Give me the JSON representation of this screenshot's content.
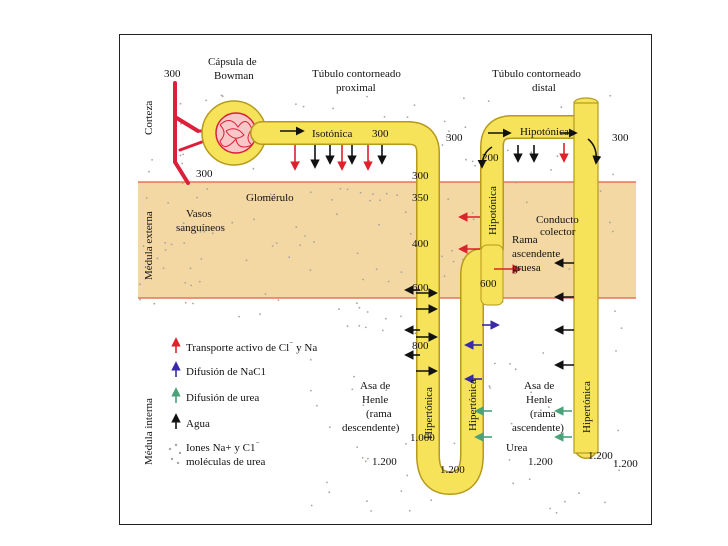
{
  "colors": {
    "tubule": "#f6e35a",
    "tubule_edge": "#b59a1c",
    "medulla_outer": "#f4d8a4",
    "band_line": "#e8745a",
    "blood": "#dc1f3a",
    "active_transport": "#e0202a",
    "nacl_diffusion": "#3a2aa8",
    "urea_diffusion": "#4aa27a",
    "water": "#111111",
    "dots": "#a8a39c"
  },
  "zones": {
    "cortex": "Corteza",
    "outer_medulla": "Médula externa",
    "inner_medulla": "Médula interna"
  },
  "structures": {
    "bowman": [
      "Cápsula de",
      "Bowman"
    ],
    "proximal": [
      "Túbulo contorneado",
      "proximal"
    ],
    "distal": [
      "Túbulo contorneado",
      "distal"
    ],
    "glomerulus": "Glomérulo",
    "vessels": [
      "Vasos",
      "sanguíneos"
    ],
    "collecting_duct": [
      "Conducto",
      "colector"
    ],
    "thick_ascending": [
      "Rama",
      "ascendente",
      "gruesa"
    ],
    "descending_limb": [
      "Asa de",
      "Henle",
      "(rama",
      "descendente)"
    ],
    "ascending_limb": [
      "Asa de",
      "Henle",
      "(rama",
      "ascendente)"
    ],
    "urea": "Urea"
  },
  "states": {
    "isotonic": "Isotónica",
    "hypotonic_top": "Hipotónica",
    "hypotonic_vertical": "Hipotónica",
    "hypertonic_desc": "Hipertónica",
    "hypertonic_asc": "Hipertónica",
    "hypertonic_duct": "Hipertónica"
  },
  "osmolarity": {
    "vessels_300": "300",
    "glom_300": "300",
    "isotonic_300": "300",
    "cortex_300": "300",
    "distal_300": "300",
    "desc_300": "300",
    "desc_350": "350",
    "desc_400": "400",
    "desc_600": "600",
    "desc_800": "800",
    "desc_1000": "1.000",
    "asc_200": "200",
    "asc_600": "600",
    "bottom_1200": "1.200",
    "left_1200": "1.200",
    "mid_1200": "1.200",
    "duct_1200": "1.200",
    "edge_1200": "1.200"
  },
  "legend": {
    "active_transport": "Transporte activo de Cl",
    "active_transport_tail": " y Na",
    "active_transport_sup": "⁻",
    "nacl": "Difusión de NaC1",
    "urea": "Difusión de urea",
    "water": "Agua",
    "ions_line1": "Iones Na+ y C1",
    "ions_sup": "⁻",
    "ions_line2": "moléculas de urea"
  }
}
